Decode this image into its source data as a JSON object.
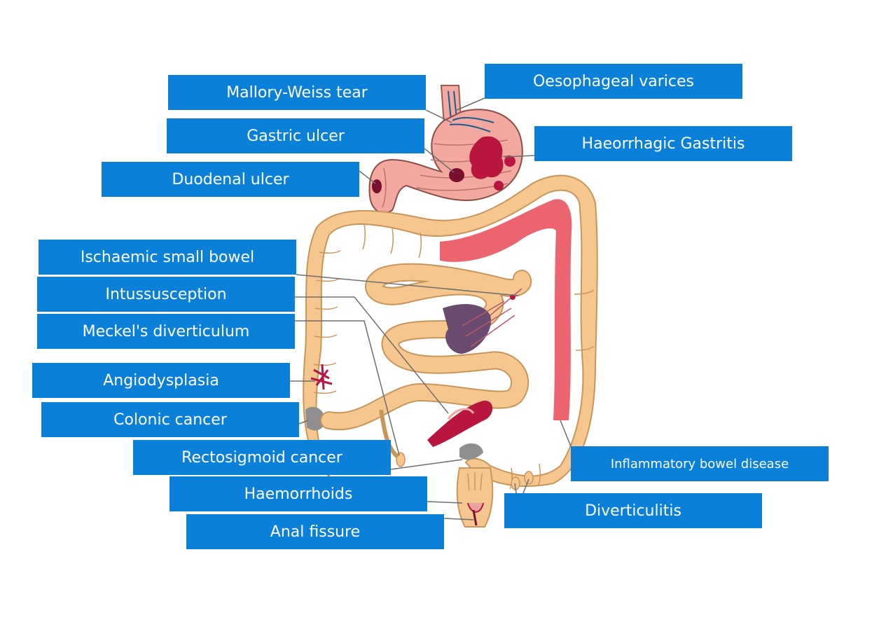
{
  "labels": {
    "mallory_weiss": "Mallory-Weiss tear",
    "oesophageal_varices": "Oesophageal varices",
    "gastric_ulcer": "Gastric ulcer",
    "haeorrhagic_gastritis": "Haeorrhagic Gastritis",
    "duodenal_ulcer": "Duodenal ulcer",
    "ischaemic_small_bowel": "Ischaemic small bowel",
    "intussusception": "Intussusception",
    "meckels": "Meckel's diverticulum",
    "angiodysplasia": "Angiodysplasia",
    "colonic_cancer": "Colonic cancer",
    "rectosigmoid_cancer": "Rectosigmoid cancer",
    "inflammatory_bowel": "Inflammatory bowel disease",
    "haemorrhoids": "Haemorrhoids",
    "diverticulitis": "Diverticulitis",
    "anal_fissure": "Anal fissure"
  },
  "colors": {
    "label_bg": "#0a80d8",
    "label_text": "#ffffff",
    "bowel": "#f5c78e",
    "bowel_outline": "#c8955a",
    "stomach": "#f3a9a0",
    "inflamed": "#ec6470",
    "lesion": "#a8163a",
    "leader_line": "#6e6e6e"
  },
  "icons": {
    "anatomy": "gi-tract-illustration"
  }
}
